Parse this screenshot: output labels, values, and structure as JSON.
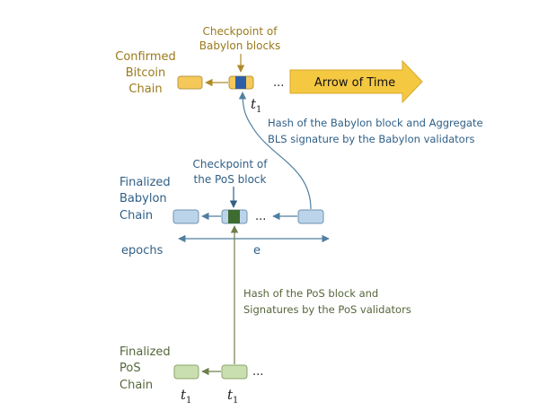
{
  "bitcoin": {
    "checkpoint_label_1": "Checkpoint of",
    "checkpoint_label_2": "Babylon blocks",
    "chain_label_1": "Confirmed",
    "chain_label_2": "Bitcoin",
    "chain_label_3": "Chain",
    "ellipsis": "...",
    "arrow_of_time": "Arrow of Time",
    "t1": "t",
    "t1_sub": "1"
  },
  "hash_babylon": {
    "line1": "Hash of the Babylon block and Aggregate",
    "line2": "BLS signature by the Babylon validators"
  },
  "babylon": {
    "checkpoint_label_1": "Checkpoint of",
    "checkpoint_label_2": "the PoS block",
    "chain_label_1": "Finalized",
    "chain_label_2": "Babylon",
    "chain_label_3": "Chain",
    "ellipsis": "...",
    "epochs_label": "epochs",
    "epoch_var": "e"
  },
  "hash_pos": {
    "line1": "Hash of the PoS block and",
    "line2": "Signatures by the PoS validators"
  },
  "pos": {
    "chain_label_1": "Finalized",
    "chain_label_2": "PoS",
    "chain_label_3": "Chain",
    "ellipsis": "...",
    "t1_a": "t",
    "t1_a_sub": "1",
    "t1_b": "t",
    "t1_b_sub": "1"
  },
  "colors": {
    "bitcoin_text": "#9a7a1a",
    "bitcoin_block": "#f5c85a",
    "checkpoint_btc_fill": "#2d5fa8",
    "arrow_fill": "#f5c842",
    "babylon_text": "#2f5f86",
    "babylon_block": "#bcd4ea",
    "checkpoint_bbn_fill": "#3e6b2f",
    "pos_text": "#55663a",
    "pos_block": "#c9dfb0",
    "line": "#4f7f9f"
  }
}
